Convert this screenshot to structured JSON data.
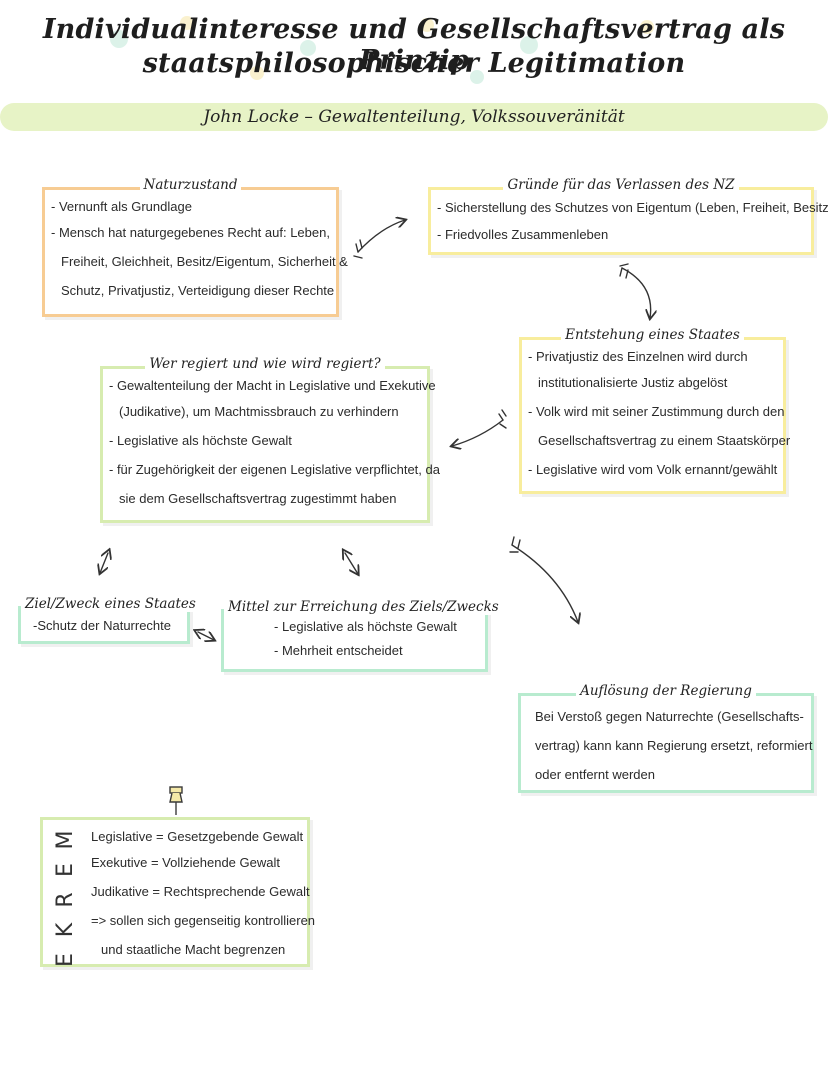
{
  "title_line1": "Individualinteresse und Gesellschaftsvertrag als Prinzip",
  "title_line2": "staatsphilosophischer Legitimation",
  "banner": "John Locke – Gewaltenteilung, Volkssouveränität",
  "naturzustand": {
    "heading": "Naturzustand",
    "lines": [
      "- Vernunft als Grundlage",
      "- Mensch hat naturgegebenes Recht auf: Leben,",
      "Freiheit, Gleichheit, Besitz/Eigentum, Sicherheit &",
      "Schutz, Privatjustiz, Verteidigung dieser Rechte"
    ]
  },
  "gruende": {
    "heading": "Gründe für das Verlassen des NZ",
    "lines": [
      "- Sicherstellung des Schutzes von Eigentum (Leben, Freiheit, Besitz)",
      "- Friedvolles Zusammenleben"
    ]
  },
  "entstehung": {
    "heading": "Entstehung eines Staates",
    "lines": [
      "- Privatjustiz des Einzelnen wird durch",
      "institutionalisierte Justiz abgelöst",
      "- Volk wird mit seiner Zustimmung durch den",
      "Gesellschaftsvertrag zu einem Staatskörper",
      "- Legislative wird vom Volk ernannt/gewählt"
    ]
  },
  "regiert": {
    "heading": "Wer regiert und wie wird regiert?",
    "lines": [
      "- Gewaltenteilung der Macht in Legislative und Exekutive",
      "(Judikative), um Machtmissbrauch zu verhindern",
      "- Legislative als höchste Gewalt",
      "- für Zugehörigkeit der eigenen Legislative verpflichtet, da",
      "sie dem Gesellschaftsvertrag zugestimmt haben"
    ]
  },
  "ziel": {
    "heading": "Ziel/Zweck eines Staates",
    "lines": [
      "-Schutz der Naturrechte"
    ]
  },
  "mittel": {
    "heading": "Mittel zur Erreichung des Ziels/Zwecks",
    "lines": [
      "- Legislative als höchste Gewalt",
      "- Mehrheit entscheidet"
    ]
  },
  "aufloesung": {
    "heading": "Auflösung der Regierung",
    "lines": [
      "Bei Verstoß gegen Naturrechte (Gesellschafts-",
      "vertrag) kann kann Regierung ersetzt, reformiert",
      "oder entfernt werden"
    ]
  },
  "merke": {
    "letters": [
      "M",
      "E",
      "R",
      "K",
      "E"
    ],
    "lines": [
      "Legislative = Gesetzgebende Gewalt",
      "Exekutive = Vollziehende Gewalt",
      "Judikative = Rechtsprechende Gewalt",
      "=> sollen sich gegenseitig kontrollieren",
      "und staatliche Macht begrenzen"
    ]
  },
  "colors": {
    "orange": "#f7cc93",
    "yellow": "#f8ed9d",
    "green": "#d7ecb0",
    "mint": "#b8ebcf",
    "banner": "#e7f3c6"
  },
  "icons": [
    "pushpin-icon",
    "arrow-icon"
  ]
}
